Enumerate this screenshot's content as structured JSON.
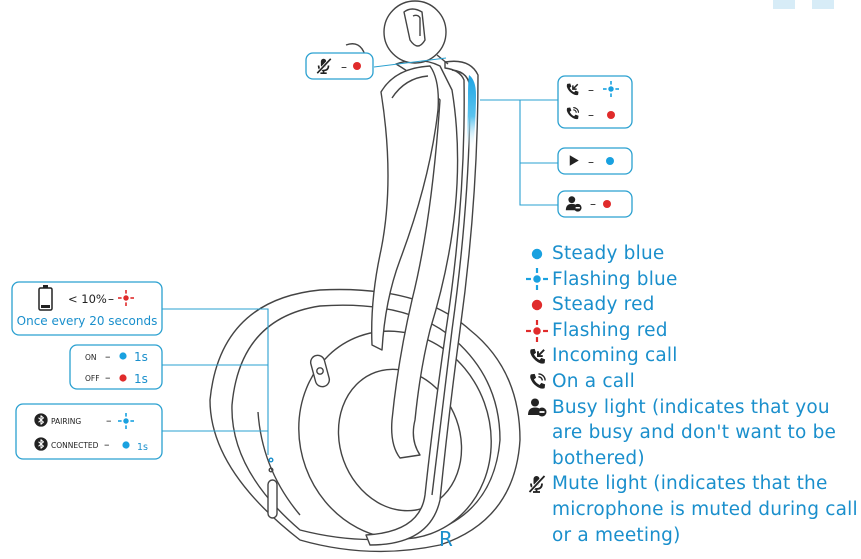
{
  "side_label": "R",
  "colors": {
    "blue": "#1a8fcc",
    "dot_blue": "#19a1e0",
    "red": "#e02b2b",
    "outline": "#444444",
    "box_border": "#2aa0d0"
  },
  "callouts": {
    "mute": {
      "icon": "mic-muted-icon",
      "dash": "–",
      "status": "steady-red"
    },
    "incoming": {
      "icon": "incoming-call-icon",
      "dash": "–",
      "status": "flashing-blue"
    },
    "oncall": {
      "icon": "on-call-icon",
      "dash": "–",
      "status": "steady-red"
    },
    "play": {
      "icon": "play-icon",
      "dash": "–",
      "status": "steady-blue"
    },
    "busy": {
      "icon": "busy-icon",
      "dash": "–",
      "status": "steady-red"
    },
    "battery": {
      "icon": "battery-low-icon",
      "level": "< 10%",
      "dash": "–",
      "status": "flashing-red",
      "note": "Once every 20 seconds"
    },
    "power": {
      "on_label": "ON",
      "on_dash": "–",
      "on_status": "steady-blue",
      "on_time": "1s",
      "off_label": "OFF",
      "off_dash": "–",
      "off_status": "steady-red",
      "off_time": "1s"
    },
    "bluetooth": {
      "pairing_label": "PAIRING",
      "pairing_dash": "–",
      "pairing_status": "flashing-blue",
      "connected_label": "CONNECTED",
      "connected_dash": "–",
      "connected_status": "steady-blue",
      "connected_time": "1s"
    }
  },
  "legend": [
    {
      "icon": "steady-blue-dot-icon",
      "text": "Steady blue"
    },
    {
      "icon": "flashing-blue-icon",
      "text": "Flashing blue"
    },
    {
      "icon": "steady-red-dot-icon",
      "text": "Steady red"
    },
    {
      "icon": "flashing-red-icon",
      "text": "Flashing red"
    },
    {
      "icon": "incoming-call-icon",
      "text": "Incoming call"
    },
    {
      "icon": "on-call-icon",
      "text": "On a call"
    },
    {
      "icon": "busy-icon",
      "text": "Busy light (indicates that you are busy and don't want to be bothered)"
    },
    {
      "icon": "mic-muted-icon",
      "text": "Mute light (indicates that the microphone is muted during call or a meeting)"
    }
  ]
}
